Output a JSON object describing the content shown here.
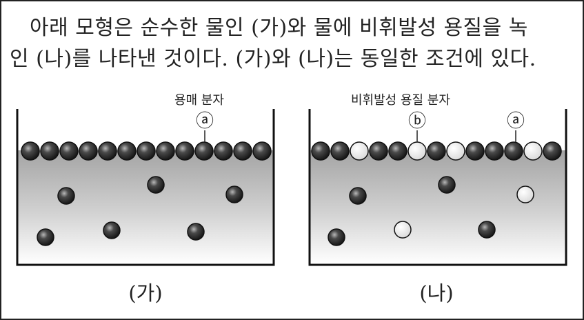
{
  "intro": {
    "line1": "아래 모형은 순수한 물인 (가)와 물에 비휘발성 용질을 녹",
    "line2": "인 (나)를 나타낸 것이다. (가)와 (나)는 동일한 조건에 있다."
  },
  "panel_a": {
    "caption": "(가)",
    "label_solvent": "용매 분자",
    "marker_solvent": "ⓐ"
  },
  "panel_b": {
    "caption": "(나)",
    "label_solute": "비휘발성 용질 분자",
    "marker_solute": "ⓑ",
    "marker_solvent": "ⓐ"
  },
  "colors": {
    "solvent_molecule": "#2b2b2b",
    "solute_molecule": "#f2f2f2",
    "liquid_top": "#a8a8a8",
    "liquid_bottom": "#ffffff"
  }
}
